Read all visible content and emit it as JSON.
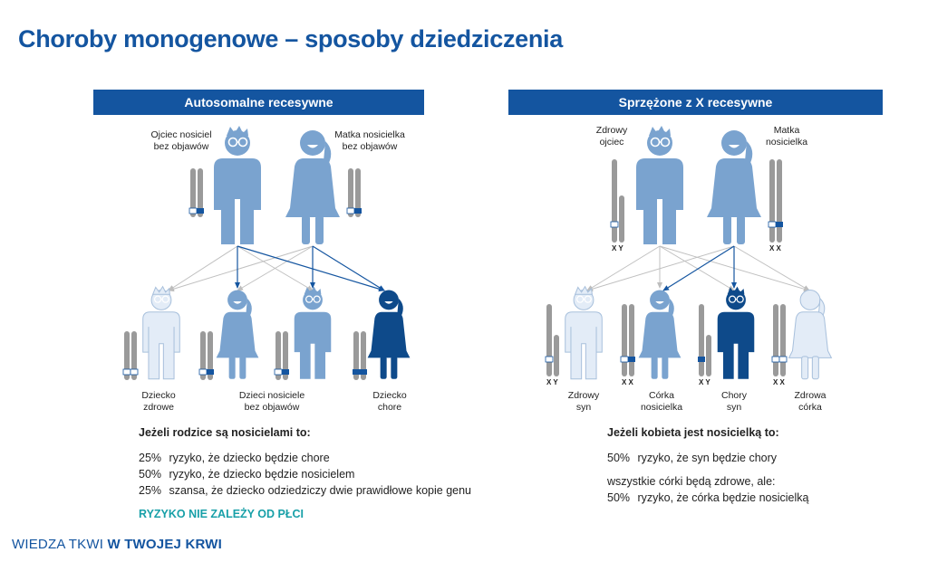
{
  "title": "Choroby monogenowe – sposoby dziedziczenia",
  "colors": {
    "brand": "#1455a0",
    "medium": "#7aa3cf",
    "pale": "#e3ecf7",
    "dark": "#0e4a8a",
    "chromosome": "#9a9a9a",
    "accent": "#18a0a8"
  },
  "left": {
    "header": "Autosomalne recesywne",
    "parent_father": "Ojciec nosiciel\nbez objawów",
    "parent_mother": "Matka nosicielka\nbez objawów",
    "child_healthy": "Dziecko\nzdrowe",
    "children_carriers": "Dzieci nosiciele\nbez objawów",
    "child_sick": "Dziecko\nchore",
    "heading": "Jeżeli rodzice są nosicielami to:",
    "lines": [
      {
        "pct": "25%",
        "text": "ryzyko, że dziecko będzie chore"
      },
      {
        "pct": "50%",
        "text": "ryzyko, że dziecko będzie nosicielem"
      },
      {
        "pct": "25%",
        "text": "szansa, że dziecko odziedziczy dwie prawidłowe kopie genu"
      }
    ],
    "note": "RYZYKO NIE ZALEŻY OD PŁCI"
  },
  "right": {
    "header": "Sprzężone z X recesywne",
    "parent_father": "Zdrowy\nojciec",
    "parent_mother": "Matka\nnosicielka",
    "father_chrom": "X Y",
    "mother_chrom": "X X",
    "child1_chrom": "X Y",
    "child2_chrom": "X X",
    "child3_chrom": "X Y",
    "child4_chrom": "X X",
    "child1": "Zdrowy\nsyn",
    "child2": "Córka\nnosicielka",
    "child3": "Chory\nsyn",
    "child4": "Zdrowa\ncórka",
    "heading": "Jeżeli kobieta jest nosicielką to:",
    "line1": {
      "pct": "50%",
      "text": "ryzyko, że syn będzie chory"
    },
    "line2": "wszystkie córki będą zdrowe, ale:",
    "line3": {
      "pct": "50%",
      "text": "ryzyko, że córka będzie nosicielką"
    }
  },
  "brand": {
    "part1": "WIEDZA TKWI ",
    "part2": "W TWOJEJ KRWI"
  }
}
